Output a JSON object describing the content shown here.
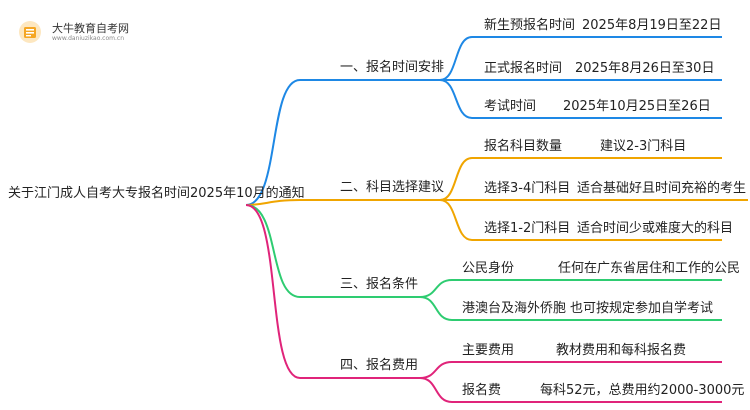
{
  "logo": {
    "title": "大牛教育自考网",
    "url": "www.daniuzikao.com.cn",
    "icon": "graduation-book-icon",
    "color": "#f5a623"
  },
  "root": {
    "label": "关于江门成人自考大专报名时间2025年10月的通知"
  },
  "branches": [
    {
      "label": "一、报名时间安排",
      "color": "#1e88e5",
      "items": [
        {
          "key": "新生预报名时间",
          "value": "2025年8月19日至22日"
        },
        {
          "key": "正式报名时间",
          "value": "2025年8月26日至30日"
        },
        {
          "key": "考试时间",
          "value": "2025年10月25日至26日"
        }
      ]
    },
    {
      "label": "二、科目选择建议",
      "color": "#f0a500",
      "items": [
        {
          "key": "报名科目数量",
          "value": "建议2-3门科目"
        },
        {
          "key": "选择3-4门科目",
          "value": "适合基础好且时间充裕的考生"
        },
        {
          "key": "选择1-2门科目",
          "value": "适合时间少或难度大的科目"
        }
      ]
    },
    {
      "label": "三、报名条件",
      "color": "#2ecc71",
      "items": [
        {
          "key": "公民身份",
          "value": "任何在广东省居住和工作的公民"
        },
        {
          "key": "港澳台及海外侨胞",
          "value": "也可按规定参加自学考试"
        }
      ]
    },
    {
      "label": "四、报名费用",
      "color": "#e0247a",
      "items": [
        {
          "key": "主要费用",
          "value": "教材费用和每科报名费"
        },
        {
          "key": "报名费",
          "value": "每科52元，总费用约2000-3000元"
        }
      ]
    }
  ]
}
